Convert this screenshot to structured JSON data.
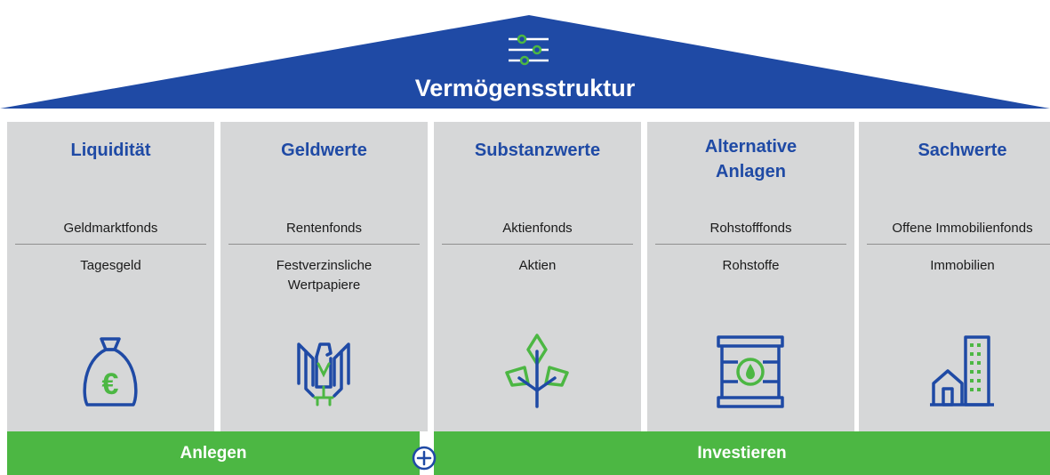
{
  "roof": {
    "title": "Vermögensstruktur",
    "icon": "sliders-icon"
  },
  "colors": {
    "primary_blue": "#1f4aa5",
    "accent_green": "#4cb743",
    "pillar_grey": "#d6d7d8"
  },
  "pillars": [
    {
      "title": "Liquidität",
      "item1": "Geldmarktfonds",
      "item2": "Tagesgeld",
      "icon": "money-bag-euro-icon"
    },
    {
      "title": "Geldwerte",
      "item1": "Rentenfonds",
      "item2": "Festverzinsliche\nWertpapiere",
      "icon": "federal-eagle-icon"
    },
    {
      "title": "Substanzwerte",
      "item1": "Aktienfonds",
      "item2": "Aktien",
      "icon": "plant-sprout-icon"
    },
    {
      "title": "Alternative\nAnlagen",
      "item1": "Rohstofffonds",
      "item2": "Rohstoffe",
      "icon": "oil-barrel-icon"
    },
    {
      "title": "Sachwerte",
      "item1": "Offene Immobilienfonds",
      "item2": "Immobilien",
      "icon": "buildings-icon"
    }
  ],
  "base": {
    "left_label": "Anlegen",
    "right_label": "Investieren",
    "connector_icon": "plus-circle-icon"
  }
}
